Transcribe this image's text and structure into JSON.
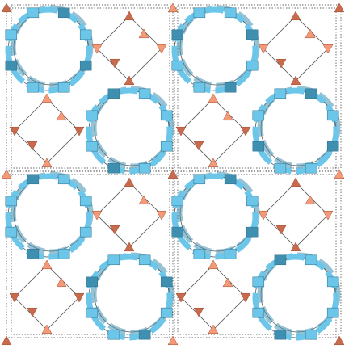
{
  "figure": {
    "kind": "framework-structure-render",
    "unit_cells": {
      "columns": 2,
      "rows": 2
    },
    "colors": {
      "linker_light": "#6cc6ea",
      "linker_dark": "#3f8fb1",
      "node_light": "#f59a78",
      "node_dark": "#c86a4e",
      "bond": "#3a3a3a",
      "cell_edge": "#333333",
      "background": "#ffffff"
    },
    "icons": [
      "cyan-box-linker",
      "orange-triangle-node",
      "dotted-unit-cell"
    ]
  }
}
